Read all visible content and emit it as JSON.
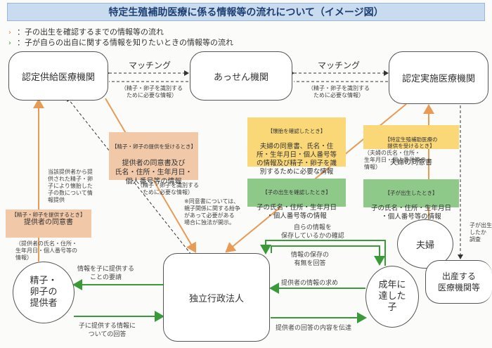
{
  "title": "特定生殖補助医療に係る情報等の流れについて（イメージ図）",
  "legend": [
    {
      "marker": "›",
      "color": "#e08a2f",
      "text": "：子の出生を確認するまでの情報等の流れ"
    },
    {
      "marker": "›",
      "color": "#3a9a3a",
      "text": "：子が自らの出自に関する情報を知りたいときの情報等の流れ"
    }
  ],
  "colors": {
    "orange": "#e89b55",
    "green": "#3a9a3a",
    "dark": "#333333",
    "title_bg": "#c9dcef"
  },
  "nodes": {
    "supply": "認定供給医療機関",
    "agency": "あっせん機関",
    "clinic": "認定実施医療機関",
    "nilpa": "独立行政法人",
    "donor": "精子・\n卵子の\n提供者",
    "couple": "夫婦",
    "adult": "成年に\n達した\n子",
    "birth": "出産する\n医療機関等"
  },
  "matching_left": "マッチング",
  "matching_right": "マッチング",
  "match_note_left": "（精子・卵子を識別する\nために必要な情報）",
  "match_note_right": "（精子・卵子を識別する\nために必要な情報）",
  "boxes": {
    "donor_consent": {
      "head": "【精子・卵子を提供するとき】",
      "body": "提供者の同意書"
    },
    "provide_receive": {
      "head": "【精子・卵子の提供を受けるとき】",
      "body": "提供者の同意書及び\n氏名・住所・生年月日・\n個人番号等の情報"
    },
    "pregnancy": {
      "head": "【懐胎を確認したとき】",
      "body": "夫婦の同意書、氏名・住\n所・生年月日・個人番号等\nの情報及び精子・卵子を識\n別するために必要な情報"
    },
    "birth_confirm": {
      "head": "【子の出生を確認したとき】",
      "body": "子の氏名・住所・生年月日\n・個人番号等の情報"
    },
    "couple_consent": {
      "head": "【特定生殖補助医療の\n提供を受けるとき】",
      "body": "夫婦の同意書"
    },
    "child_born": {
      "head": "【子が出生したとき】",
      "body": "子の氏名・住所・生年月日\n・個人番号等の情報"
    }
  },
  "notes": {
    "donor_info": "（提供者の氏名・住所・\n生年月日・個人番号等の\n情報）",
    "provided_count": "当該提供者から提\n供された精子・卵\n子により懐胎した\n子の数について情\n報提供",
    "identify": "（精子・卵子を識別する\nために必要な情報）",
    "consent_note": "※同意書については、\n親子関係に関する紛争\nがあって必要がある\n場合に独法が開示。",
    "couple_info": "（夫婦の氏名・住所・\n生年月日・個人番号等の\n情報）",
    "birth_note": "子が出生\nしたか\n調査"
  },
  "flows": {
    "confirm": "自らの情報を\n保存しているかの確認",
    "reply_store": "情報の保存の\n有無を回答",
    "request": "提供者の情報の求め",
    "convey": "提供者の回答の内容を伝達",
    "ask_donor": "情報を子に提供する\nことの要請",
    "donor_reply": "子に提供する情報に\nついての回答"
  }
}
